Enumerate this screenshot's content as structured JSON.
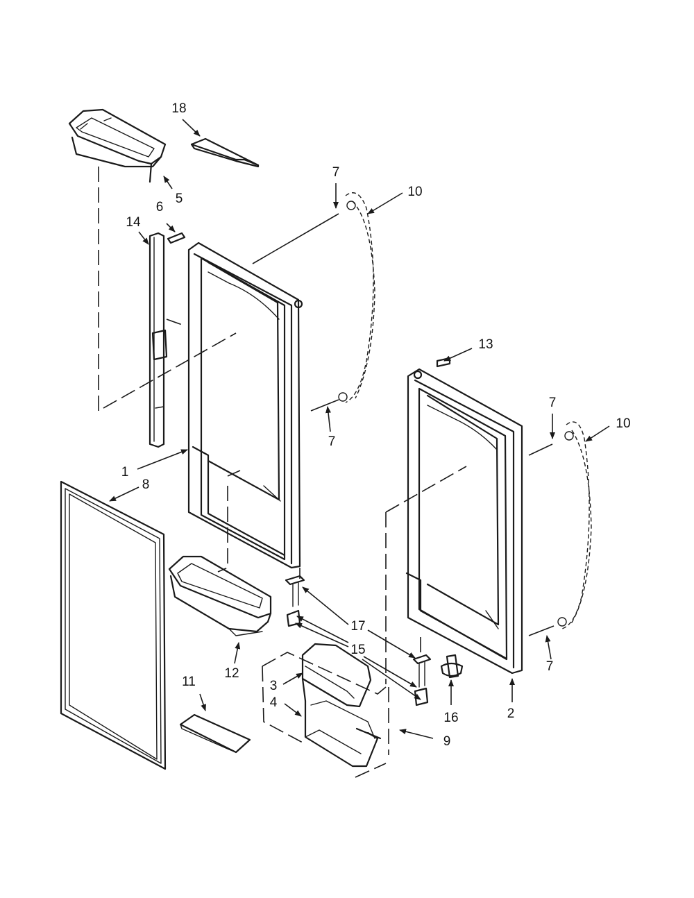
{
  "diagram": {
    "type": "exploded-parts-view",
    "line_color": "#1a1a1a",
    "background": "#ffffff"
  },
  "labels": {
    "l1": "1",
    "l2": "2",
    "l3": "3",
    "l4": "4",
    "l5": "5",
    "l6": "6",
    "l7a": "7",
    "l7b": "7",
    "l7c": "7",
    "l7d": "7",
    "l8": "8",
    "l9": "9",
    "l10a": "10",
    "l10b": "10",
    "l11": "11",
    "l12": "12",
    "l13": "13",
    "l14": "14",
    "l15": "15",
    "l16": "16",
    "l17": "17",
    "l18": "18"
  }
}
